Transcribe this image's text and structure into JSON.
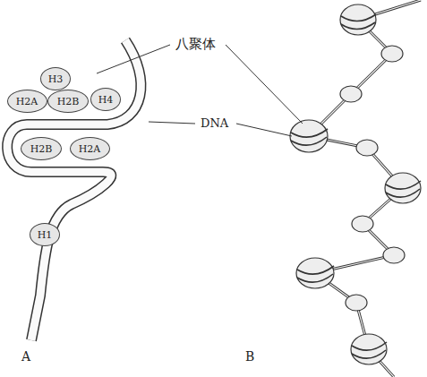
{
  "diagram": {
    "nodes": [
      {
        "text": [
          "H3"
        ]
      },
      {
        "text": [
          "H2A"
        ]
      },
      {
        "text": [
          "H2B"
        ]
      },
      {
        "text": [
          "H4"
        ]
      },
      {
        "text": [
          "H2B"
        ]
      },
      {
        "text": [
          "H2A"
        ]
      },
      {
        "text": [
          "H1"
        ]
      }
    ],
    "labels": [
      "八聚体",
      "DNA",
      "A",
      "B"
    ]
  }
}
